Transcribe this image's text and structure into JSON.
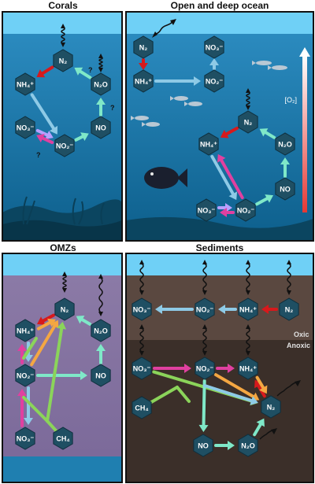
{
  "panels": {
    "corals": {
      "title": "Corals"
    },
    "open_ocean": {
      "title": "Open and deep ocean",
      "gradient_label": "[O₂]"
    },
    "omzs": {
      "title": "OMZs"
    },
    "sediments": {
      "title": "Sediments",
      "zone_oxic": "Oxic",
      "zone_anoxic": "Anoxic"
    }
  },
  "species": {
    "n2": "N₂",
    "nh4": "NH₄⁺",
    "no2": "NO₂⁻",
    "no3": "NO₃⁻",
    "n2o": "N₂O",
    "no": "NO",
    "ch4": "CH₄"
  },
  "marks": {
    "question": "?"
  },
  "colors": {
    "red": "#d7191c",
    "cyan": "#7fe8c8",
    "lightblue": "#8ecae6",
    "pink": "#e040a0",
    "orange": "#f4a742",
    "green": "#8bd45a",
    "lavender": "#b8a0ff",
    "node": "#1f4f63",
    "water_top": "#4fc3f7",
    "water": "#1f7fb0",
    "omz": "#8a7ba8",
    "sediment": "#4a3b35"
  }
}
